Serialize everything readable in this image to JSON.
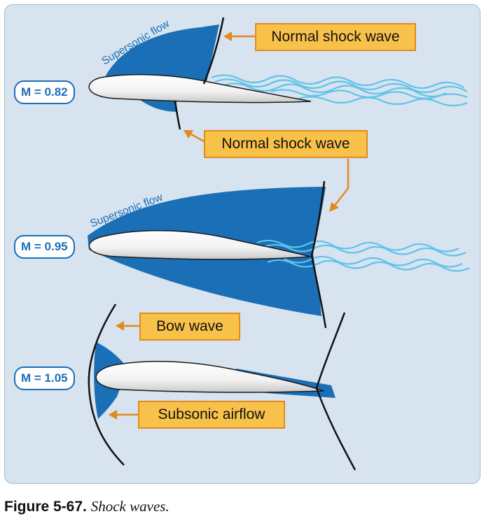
{
  "panels": [
    {
      "mach_label": "M = 0.82",
      "flow_label": "Supersonic flow"
    },
    {
      "mach_label": "M = 0.95",
      "flow_label": "Supersonic flow"
    },
    {
      "mach_label": "M = 1.05"
    }
  ],
  "callouts": {
    "normal_shock_top": "Normal shock wave",
    "normal_shock_mid": "Normal shock wave",
    "bow_wave": "Bow wave",
    "subsonic_airflow": "Subsonic airflow"
  },
  "caption": {
    "number": "Figure 5-67.",
    "text": "Shock waves."
  },
  "colors": {
    "shock_region": "#1a6fb6",
    "callout_fill": "#f8c14a",
    "callout_border": "#e38a1f",
    "panel_background": "#d7e3ef",
    "wake": "#5fc3e8"
  }
}
